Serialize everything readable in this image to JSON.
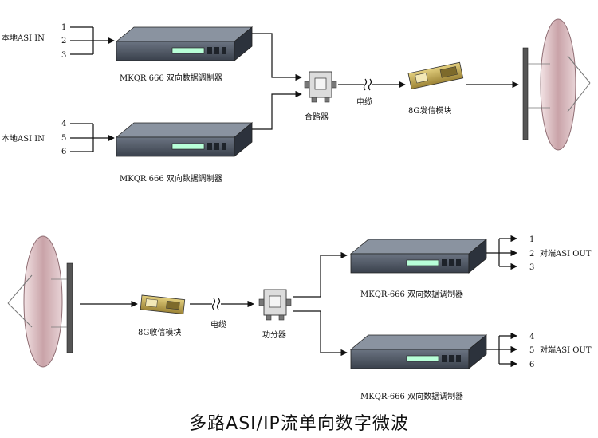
{
  "title": "多路ASI/IP流单向数字微波",
  "top_section": {
    "local_asi_in_label_1": "本地ASI IN",
    "local_asi_in_label_2": "本地ASI IN",
    "inputs_group_1": [
      "1",
      "2",
      "3"
    ],
    "inputs_group_2": [
      "4",
      "5",
      "6"
    ],
    "modulator_label_1": "MKQR 666 双向数据调制器",
    "modulator_label_2": "MKQR 666 双向数据调制器",
    "combiner_label": "合路器",
    "cable_label": "电缆",
    "transmitter_label": "8G发信模块"
  },
  "bottom_section": {
    "receiver_label": "8G收信模块",
    "cable_label": "电缆",
    "splitter_label": "功分器",
    "demodulator_label_1": "MKQR-666 双向数据调制器",
    "demodulator_label_2": "MKQR-666 双向数据调制器",
    "remote_asi_out_label_1": "对端ASI OUT",
    "remote_asi_out_label_2": "对端ASI OUT",
    "outputs_group_1": [
      "1",
      "2",
      "3"
    ],
    "outputs_group_2": [
      "4",
      "5",
      "6"
    ]
  },
  "colors": {
    "device_body": "#4a5260",
    "device_front": "#2c323c",
    "display": "#b8ffd8",
    "dish": "#d9b9bd",
    "module": "#c9b05a"
  }
}
